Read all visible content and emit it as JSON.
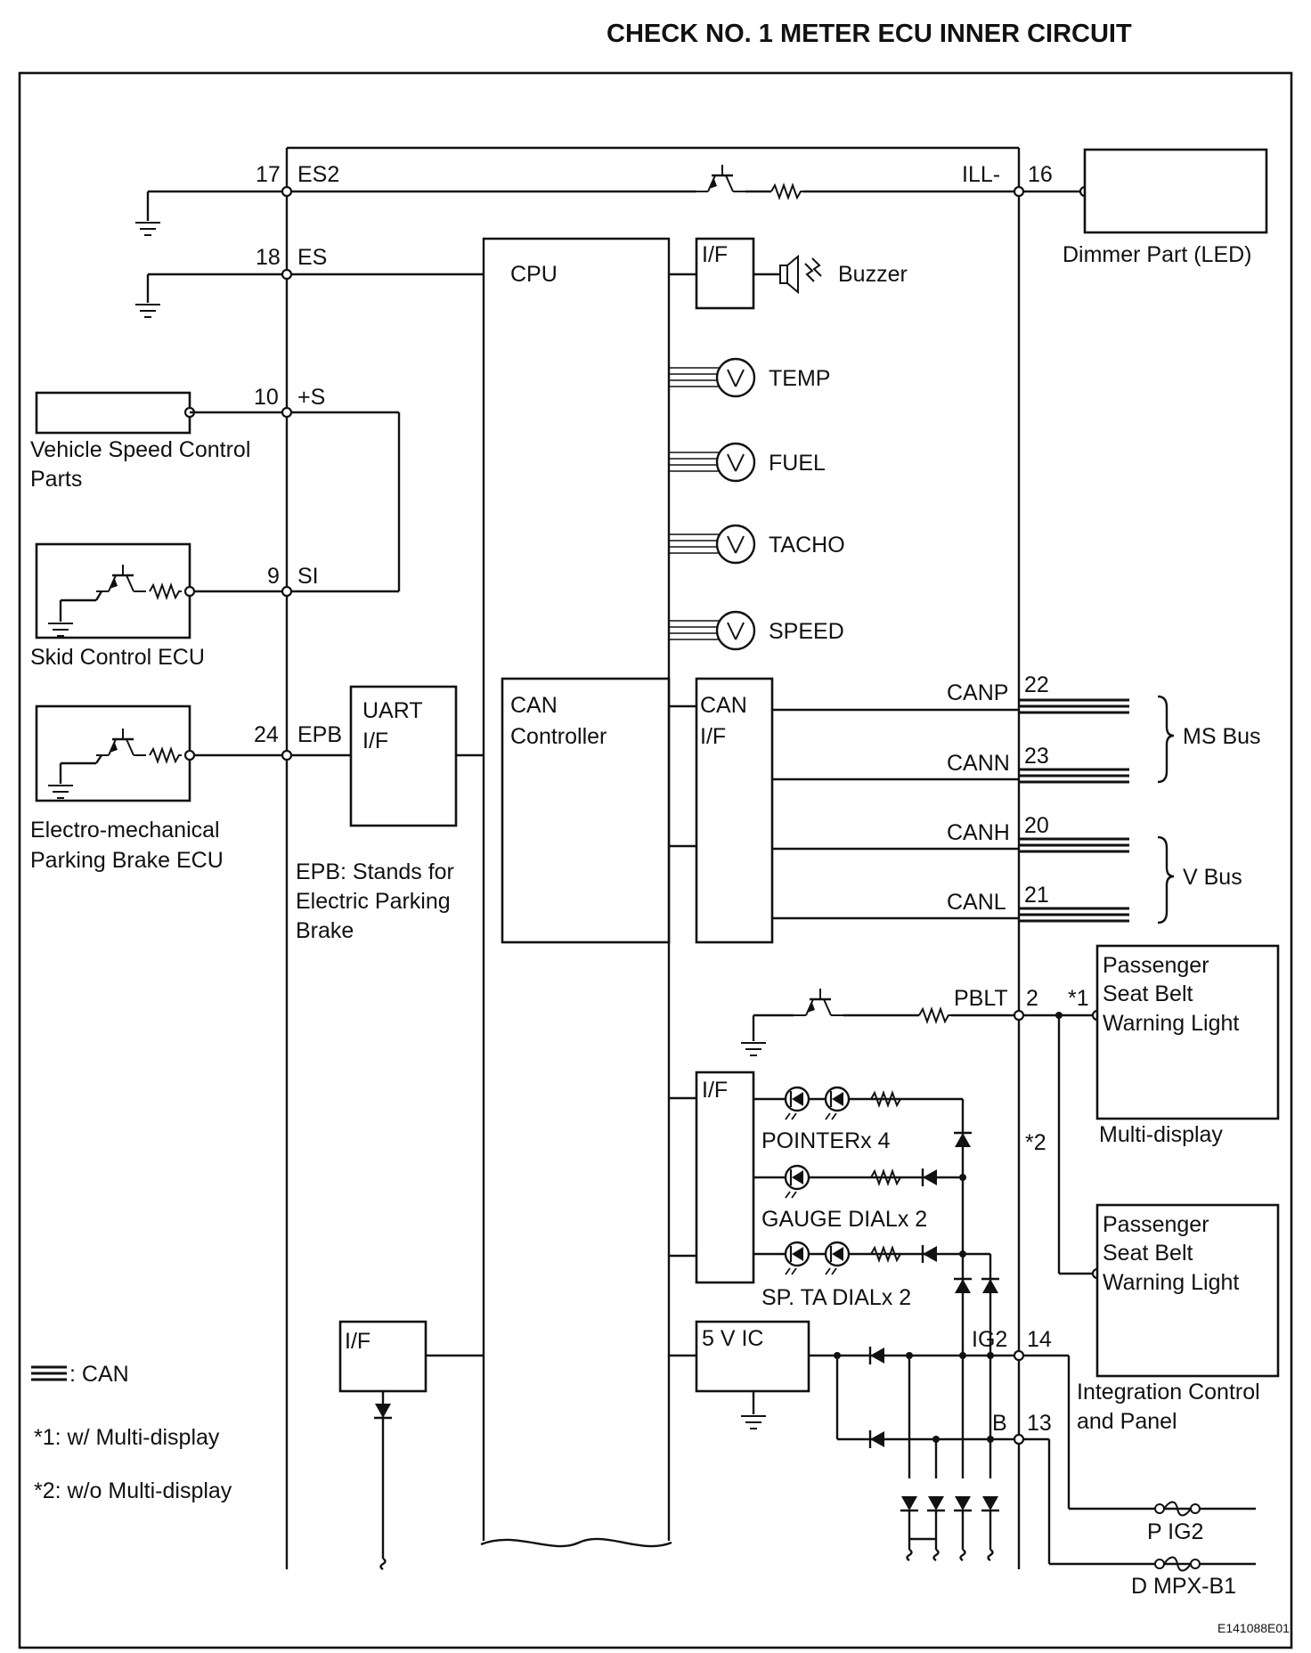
{
  "title": "CHECK NO. 1 METER ECU INNER CIRCUIT",
  "figure_code": "E141088E01",
  "pins": [
    {
      "num": "17",
      "name": "ES2"
    },
    {
      "num": "18",
      "name": "ES"
    },
    {
      "num": "10",
      "name": "+S"
    },
    {
      "num": "9",
      "name": "SI"
    },
    {
      "num": "24",
      "name": "EPB"
    },
    {
      "num": "16",
      "name": "ILL-"
    },
    {
      "num": "22",
      "name": "CANP"
    },
    {
      "num": "23",
      "name": "CANN"
    },
    {
      "num": "20",
      "name": "CANH"
    },
    {
      "num": "21",
      "name": "CANL"
    },
    {
      "num": "2",
      "name": "PBLT"
    },
    {
      "num": "14",
      "name": "IG2"
    },
    {
      "num": "13",
      "name": "B"
    }
  ],
  "blocks": {
    "cpu": "CPU",
    "can_controller": [
      "CAN",
      "Controller"
    ],
    "can_if": [
      "CAN",
      "I/F"
    ],
    "uart_if": [
      "UART",
      "I/F"
    ],
    "buzzer_if": "I/F",
    "led_if": "I/F",
    "left_if": "I/F",
    "ic_5v": "5 V IC"
  },
  "gauges": [
    "TEMP",
    "FUEL",
    "TACHO",
    "SPEED"
  ],
  "buzzer": "Buzzer",
  "leds": [
    "POINTERx 4",
    "GAUGE DIALx 2",
    "SP. TA DIALx 2"
  ],
  "external": {
    "dimmer": "Dimmer Part (LED)",
    "vehicle_speed": [
      "Vehicle Speed Control",
      "Parts"
    ],
    "skid": "Skid Control ECU",
    "epb_ecu": [
      "Electro-mechanical",
      "Parking Brake ECU"
    ],
    "multi_display_box": [
      "Passenger",
      "Seat Belt",
      "Warning Light"
    ],
    "multi_display_label": "Multi-display",
    "icp_box": [
      "Passenger",
      "Seat Belt",
      "Warning Light"
    ],
    "icp_label": [
      "Integration Control",
      "and Panel"
    ]
  },
  "buses": {
    "ms": "MS Bus",
    "v": "V Bus"
  },
  "fuses": [
    "P IG2",
    "D MPX-B1"
  ],
  "notes": {
    "epb": [
      "EPB: Stands for",
      "Electric Parking",
      "Brake"
    ],
    "can_legend": ": CAN",
    "note1": "*1: w/ Multi-display",
    "note2": "*2: w/o Multi-display",
    "mark1": "*1",
    "mark2": "*2"
  }
}
